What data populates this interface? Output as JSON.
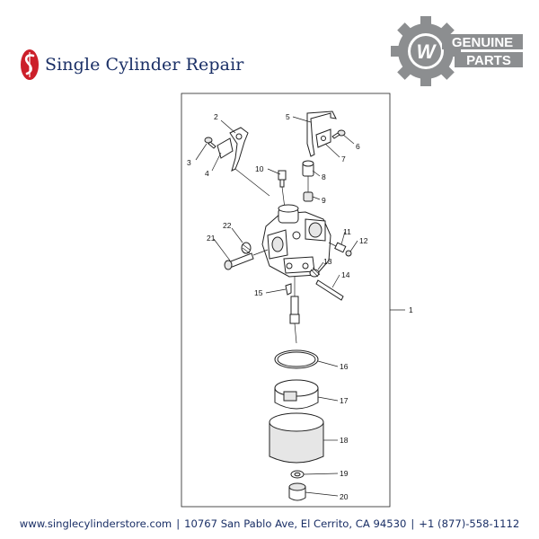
{
  "brand": {
    "name": "Single Cylinder Repair",
    "logo_icon": "sc-monogram-icon",
    "accent": "#cc1f2a",
    "text_color": "#1a2f66"
  },
  "badge": {
    "line1": "GENUINE",
    "line2": "PARTS",
    "logo_letter": "W",
    "icon": "gear-icon",
    "color": "#8c8e90"
  },
  "diagram": {
    "callouts": [
      "1",
      "2",
      "3",
      "4",
      "5",
      "6",
      "7",
      "8",
      "9",
      "10",
      "11",
      "12",
      "13",
      "14",
      "15",
      "16",
      "17",
      "18",
      "19",
      "20",
      "21",
      "22"
    ]
  },
  "footer": {
    "website": "www.singlecylinderstore.com",
    "address": "10767 San Pablo Ave, El Cerrito, CA 94530",
    "phone": "+1 (877)-558-1112",
    "separator": "|"
  }
}
